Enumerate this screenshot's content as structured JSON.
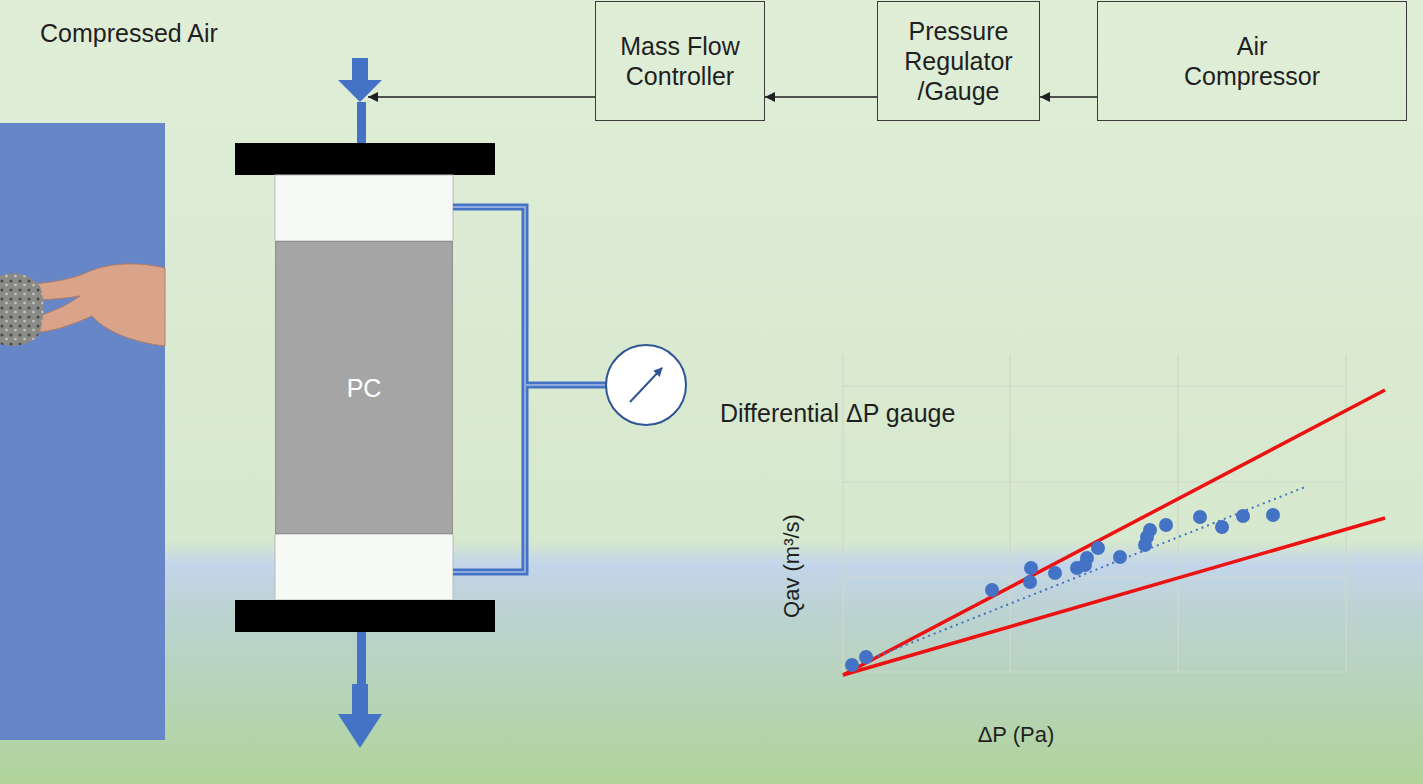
{
  "diagram": {
    "nodes": [
      {
        "text": [
          "Mass Flow Controller"
        ]
      },
      {
        "text": [
          "Pressure Regulator /Gauge"
        ]
      },
      {
        "text": [
          "Air Compressor"
        ]
      },
      {
        "text": [
          "PC"
        ]
      }
    ],
    "edges": [
      {
        "from": 2,
        "to": 1,
        "arrow": "to"
      },
      {
        "from": 1,
        "to": 0,
        "arrow": "to"
      }
    ],
    "labels": [
      "Compressed Air",
      "Differential ΔP gauge",
      "Qav (m³/s)",
      "ΔP (Pa)"
    ]
  }
}
